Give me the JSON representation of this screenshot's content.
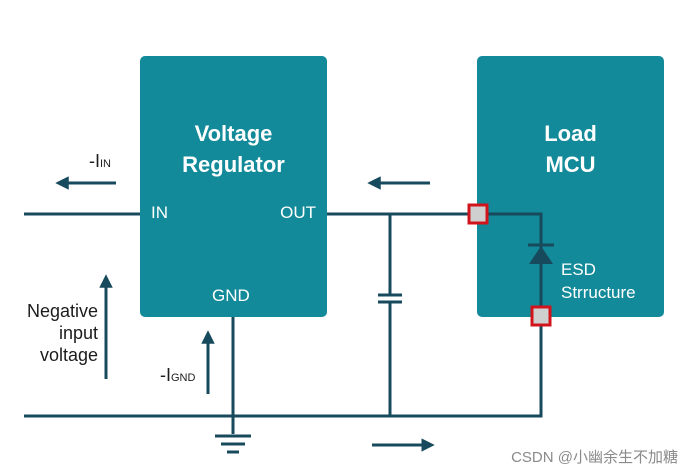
{
  "colors": {
    "wire": "#174a5c",
    "block": "#138a99",
    "node_border": "#d1141c",
    "node_fill": "#cfcfcf"
  },
  "regulator": {
    "title_line1": "Voltage",
    "title_line2": "Regulator",
    "pin_in": "IN",
    "pin_out": "OUT",
    "pin_gnd": "GND"
  },
  "load": {
    "title_line1": "Load",
    "title_line2": "MCU",
    "esd_line1": "ESD",
    "esd_line2": "Strructure"
  },
  "labels": {
    "i_in_prefix": "-I",
    "i_in_sub": "IN",
    "i_gnd_prefix": "-I",
    "i_gnd_sub": "GND",
    "neg_line1": "Negative",
    "neg_line2": "input",
    "neg_line3": "voltage"
  },
  "watermark": "CSDN @小幽余生不加糖"
}
